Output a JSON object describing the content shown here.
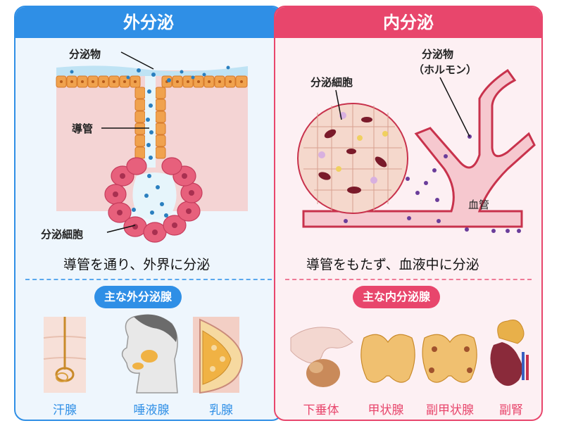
{
  "exocrine": {
    "title": "外分泌",
    "labels": {
      "secretion": "分泌物",
      "duct": "導管",
      "secretory_cells": "分泌細胞"
    },
    "caption": "導管を通り、外界に分泌",
    "glands_heading": "主な外分泌腺",
    "glands": [
      "汗腺",
      "唾液腺",
      "乳腺"
    ]
  },
  "endocrine": {
    "title": "内分泌",
    "labels": {
      "secretion": "分泌物",
      "hormone": "（ホルモン）",
      "secretory_cells": "分泌細胞",
      "blood_vessel": "血管"
    },
    "caption": "導管をもたず、血液中に分泌",
    "glands_heading": "主な内分泌腺",
    "glands": [
      "下垂体",
      "甲状腺",
      "副甲状腺",
      "副腎"
    ]
  },
  "colors": {
    "exocrine_accent": "#2f8fe6",
    "endocrine_accent": "#e8466c",
    "cell_orange": "#f0a24e",
    "cell_pink": "#e7607c",
    "secretion_dot_blue": "#2a7fbf",
    "hormone_dot_purple": "#6a3d9a",
    "vessel_red": "#c8324c"
  }
}
